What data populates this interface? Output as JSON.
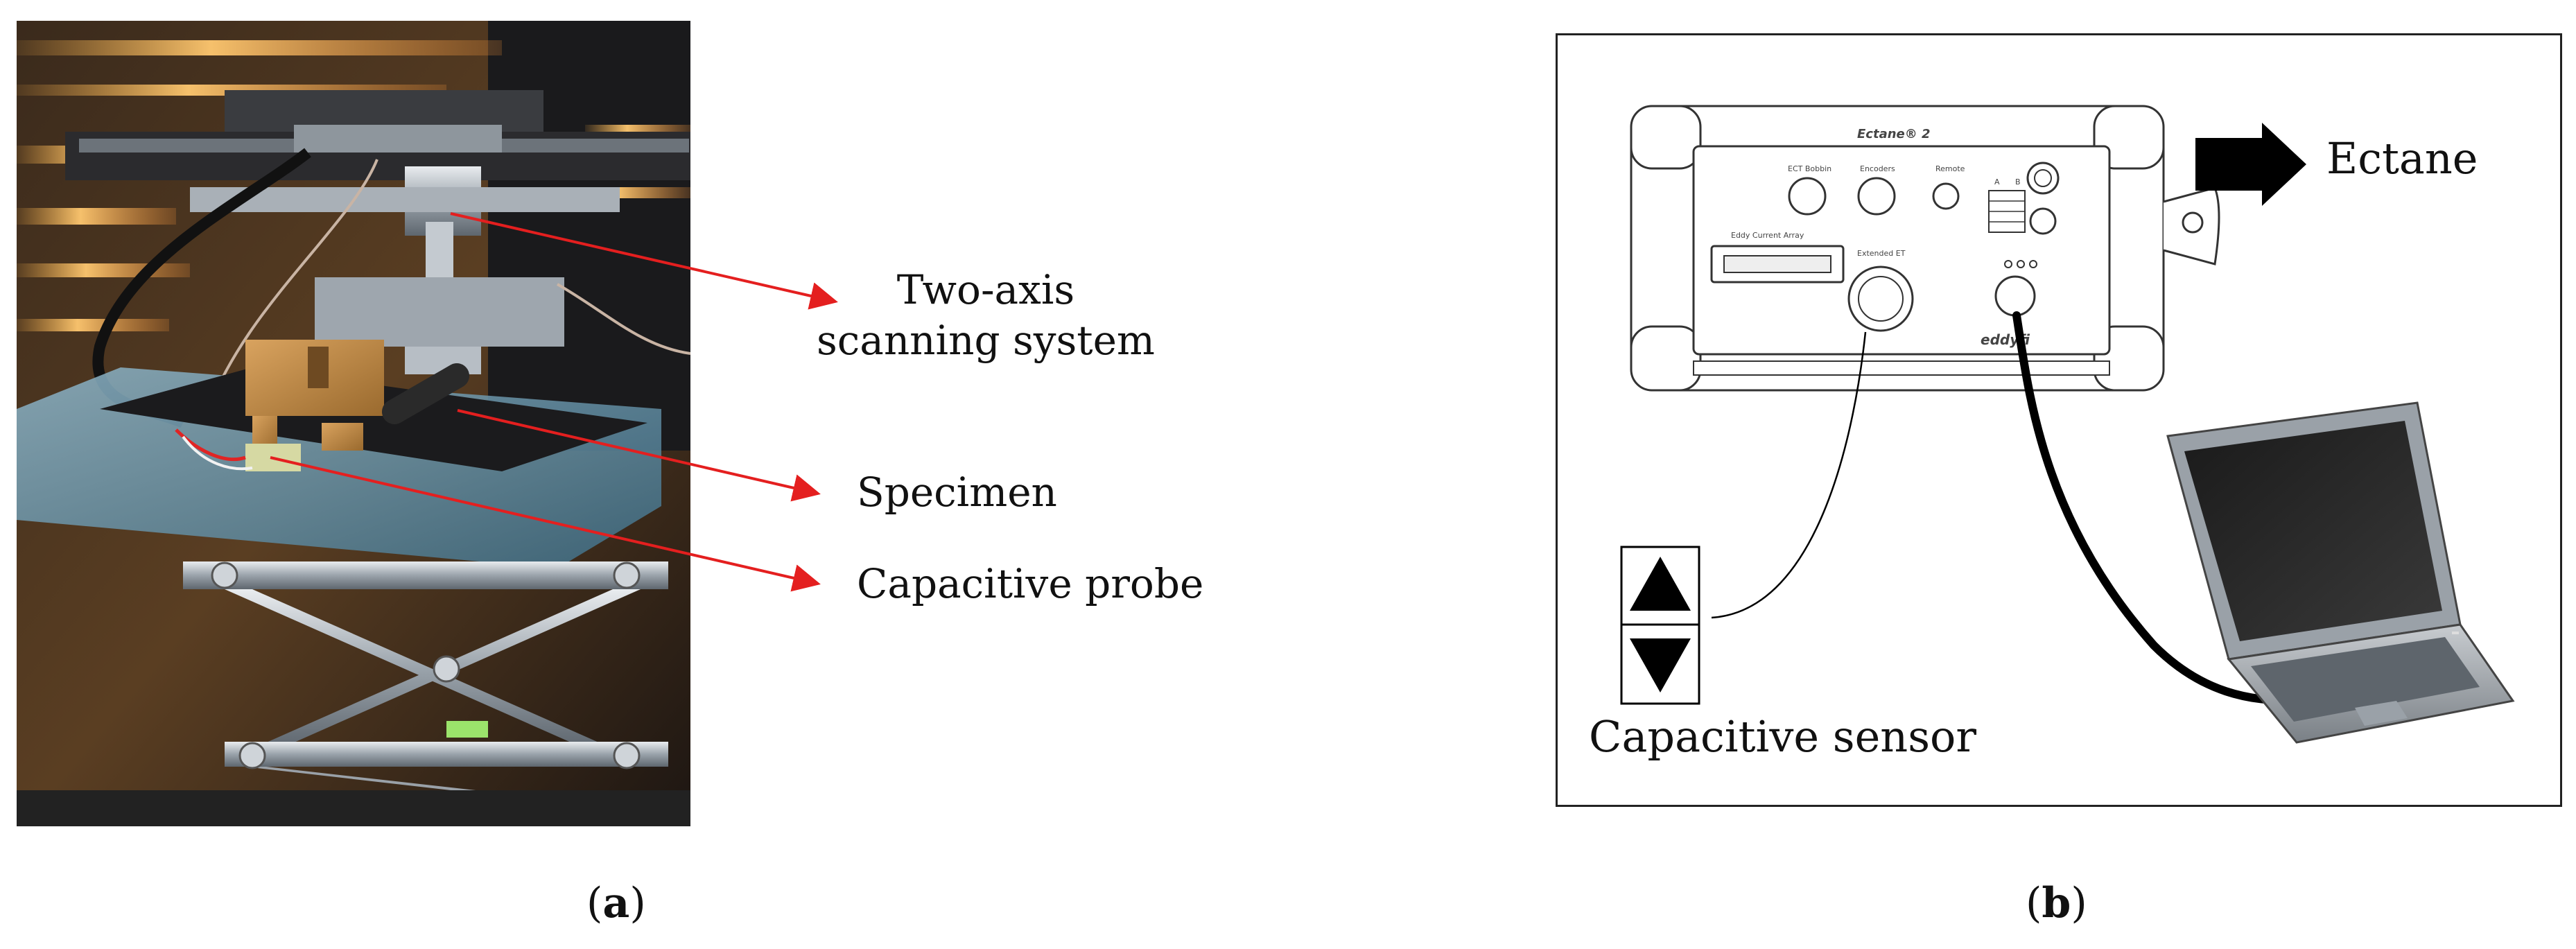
{
  "panel_a": {
    "labels": {
      "scanning_system": "Two-axis\nscanning system",
      "specimen": "Specimen",
      "capacitive_probe": "Capacitive probe"
    },
    "caption": {
      "open": "(",
      "letter": "a",
      "close": ")"
    }
  },
  "panel_b": {
    "device": {
      "brand": "Ectane® 2",
      "ports": [
        "ECT Bobbin",
        "Encoders",
        "Remote",
        "Eddy Current Array",
        "Extended ET"
      ],
      "led_labels": [
        "A",
        "B"
      ],
      "logo": "eddyfi"
    },
    "labels": {
      "ectane": "Ectane",
      "capacitive_sensor": "Capacitive sensor"
    },
    "caption": {
      "open": "(",
      "letter": "b",
      "close": ")"
    }
  },
  "colors": {
    "arrow_red": "#e41f1f",
    "frame": "#222222"
  }
}
